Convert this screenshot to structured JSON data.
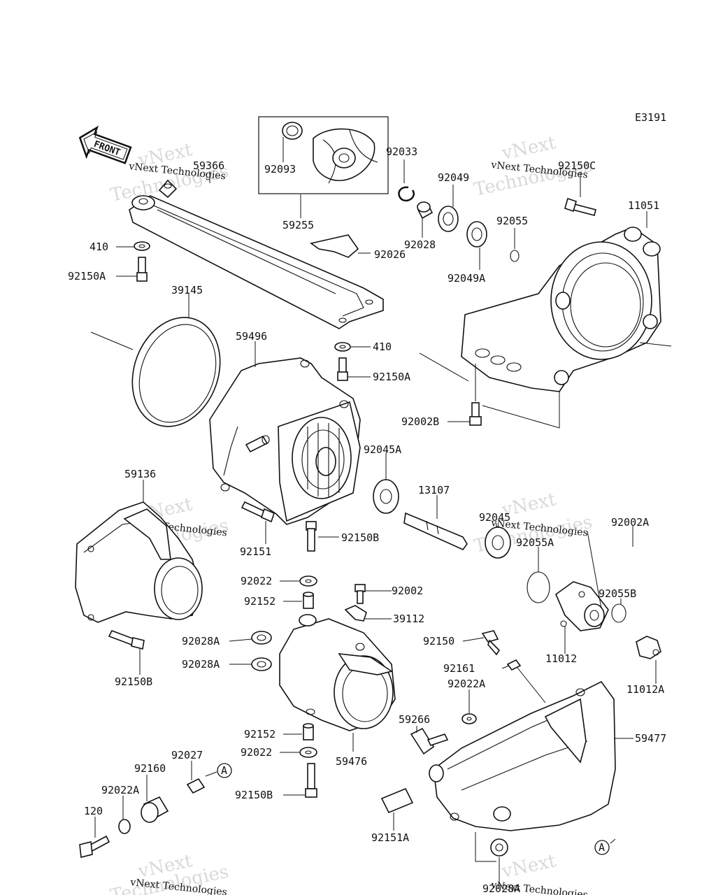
{
  "diagram_code": "E3191",
  "front_tag": "FRONT",
  "watermark": {
    "brand_line1": "vNext",
    "brand_line2": "Technologies",
    "caption": "vNext Technologies"
  },
  "callouts": {
    "ref_a": "A"
  },
  "parts": [
    {
      "id": "p59366",
      "label": "59366"
    },
    {
      "id": "p92093",
      "label": "92093"
    },
    {
      "id": "p59255",
      "label": "59255"
    },
    {
      "id": "p92033",
      "label": "92033"
    },
    {
      "id": "p92049",
      "label": "92049"
    },
    {
      "id": "p92028",
      "label": "92028"
    },
    {
      "id": "p92049A",
      "label": "92049A"
    },
    {
      "id": "p92026",
      "label": "92026"
    },
    {
      "id": "p92055",
      "label": "92055"
    },
    {
      "id": "p92150C",
      "label": "92150C"
    },
    {
      "id": "p11051",
      "label": "11051"
    },
    {
      "id": "p410a",
      "label": "410"
    },
    {
      "id": "p92150A_a",
      "label": "92150A"
    },
    {
      "id": "p39145",
      "label": "39145"
    },
    {
      "id": "p59496",
      "label": "59496"
    },
    {
      "id": "p410b",
      "label": "410"
    },
    {
      "id": "p92150A_b",
      "label": "92150A"
    },
    {
      "id": "p92002B",
      "label": "92002B"
    },
    {
      "id": "p92045A",
      "label": "92045A"
    },
    {
      "id": "p59136",
      "label": "59136"
    },
    {
      "id": "p13107",
      "label": "13107"
    },
    {
      "id": "p92045",
      "label": "92045"
    },
    {
      "id": "p92002A",
      "label": "92002A"
    },
    {
      "id": "p92055A",
      "label": "92055A"
    },
    {
      "id": "p92151",
      "label": "92151"
    },
    {
      "id": "p92150B_a",
      "label": "92150B"
    },
    {
      "id": "p92022_a",
      "label": "92022"
    },
    {
      "id": "p92002",
      "label": "92002"
    },
    {
      "id": "p92152_a",
      "label": "92152"
    },
    {
      "id": "p39112",
      "label": "39112"
    },
    {
      "id": "p92055B",
      "label": "92055B"
    },
    {
      "id": "p92028A_a",
      "label": "92028A"
    },
    {
      "id": "p92150",
      "label": "92150"
    },
    {
      "id": "p11012",
      "label": "11012"
    },
    {
      "id": "p92150B_b",
      "label": "92150B"
    },
    {
      "id": "p92028A_b",
      "label": "92028A"
    },
    {
      "id": "p92161",
      "label": "92161"
    },
    {
      "id": "p11012A",
      "label": "11012A"
    },
    {
      "id": "p92022A_a",
      "label": "92022A"
    },
    {
      "id": "p59266",
      "label": "59266"
    },
    {
      "id": "p59477",
      "label": "59477"
    },
    {
      "id": "p92152_b",
      "label": "92152"
    },
    {
      "id": "p59476",
      "label": "59476"
    },
    {
      "id": "p92022_b",
      "label": "92022"
    },
    {
      "id": "p92027",
      "label": "92027"
    },
    {
      "id": "p92160",
      "label": "92160"
    },
    {
      "id": "p92022A_b",
      "label": "92022A"
    },
    {
      "id": "p92150B_c",
      "label": "92150B"
    },
    {
      "id": "p120",
      "label": "120"
    },
    {
      "id": "p92151A",
      "label": "92151A"
    },
    {
      "id": "p92028A_c",
      "label": "92028A"
    }
  ]
}
